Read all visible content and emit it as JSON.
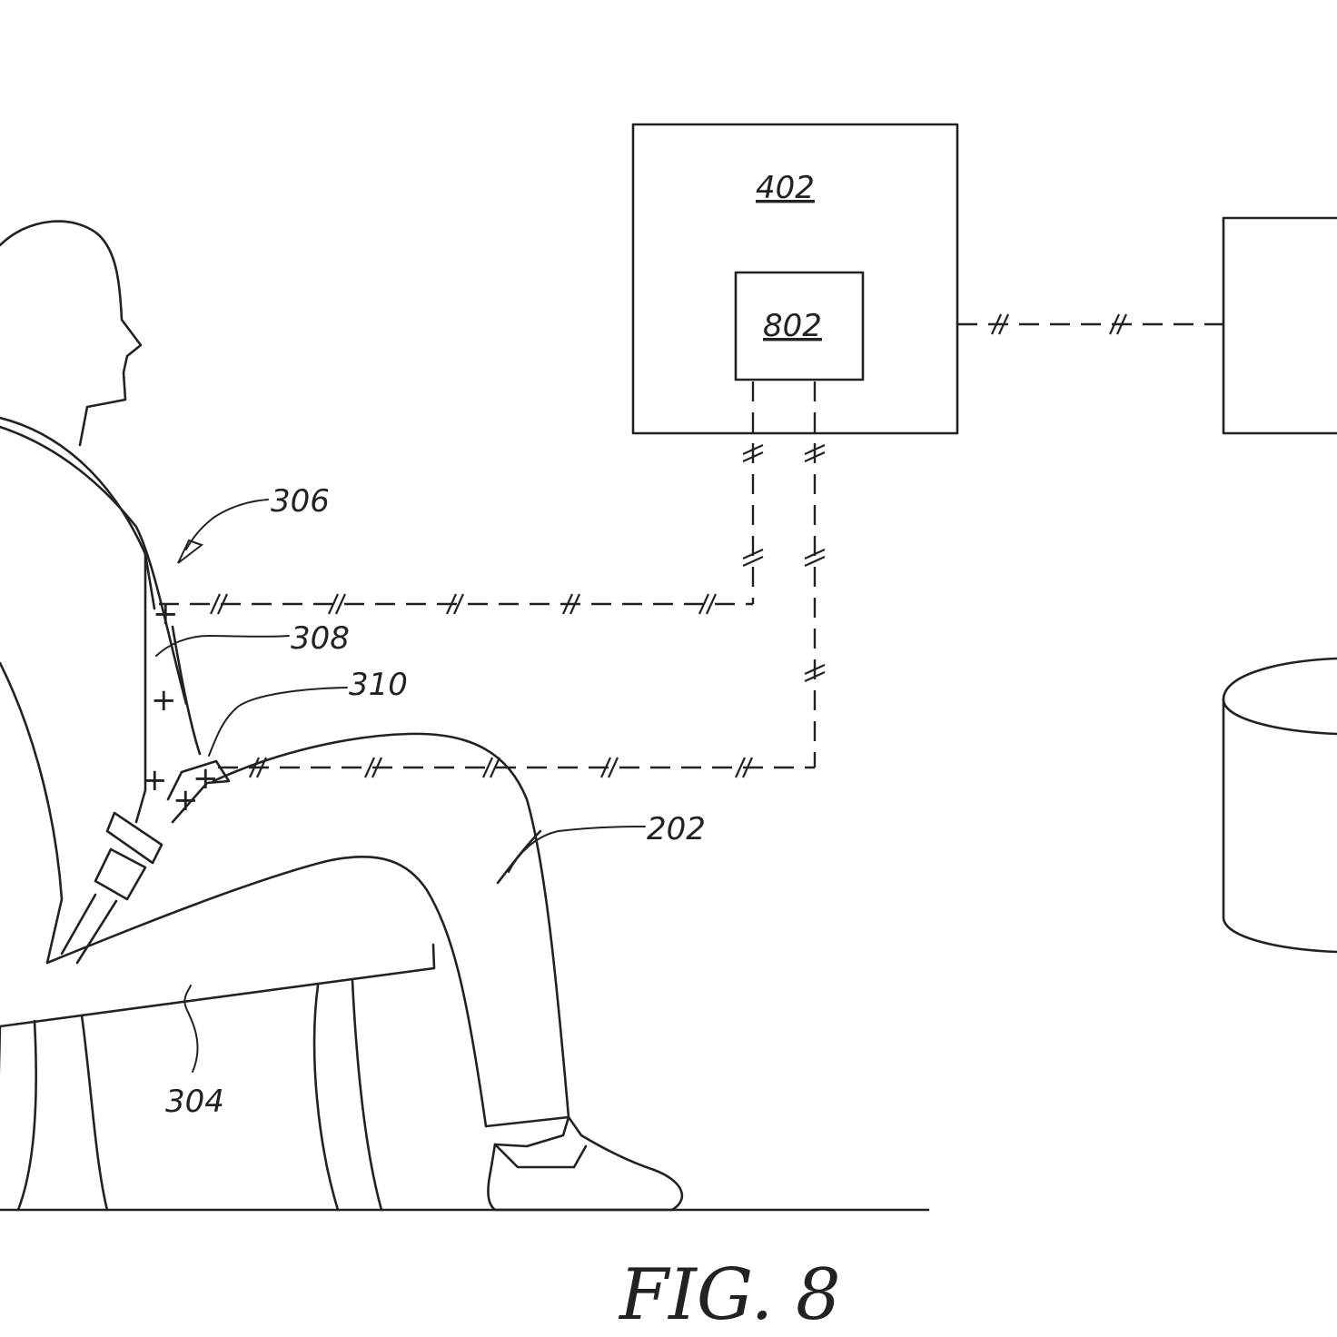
{
  "figure": {
    "caption": "FIG. 8",
    "labels": {
      "occupant": "202",
      "seat": "304",
      "seatbelt_system": "306",
      "shoulder_belt_sensor": "308",
      "lap_belt_sensor": "310",
      "controller": "402",
      "module": "802"
    }
  }
}
